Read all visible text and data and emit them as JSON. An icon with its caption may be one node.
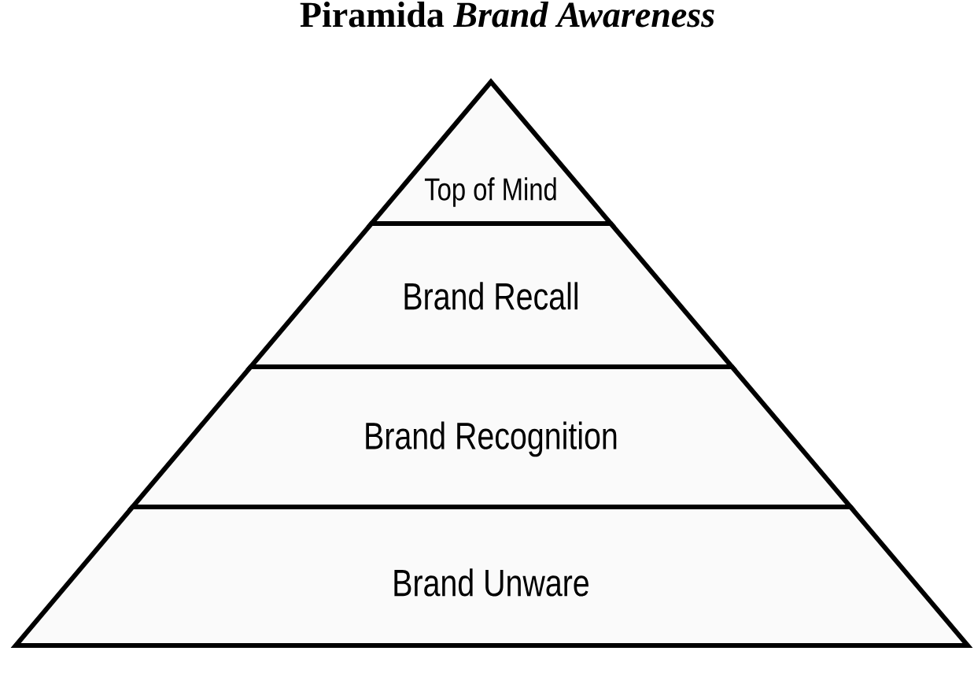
{
  "diagram": {
    "title": "Piramida *Brand Awareness*",
    "nodes": [
      {
        "text": [
          "Top of Mind"
        ]
      },
      {
        "text": [
          "Brand Recall"
        ]
      },
      {
        "text": [
          "Brand Recognition"
        ]
      },
      {
        "text": [
          "Brand Unware"
        ]
      }
    ]
  }
}
